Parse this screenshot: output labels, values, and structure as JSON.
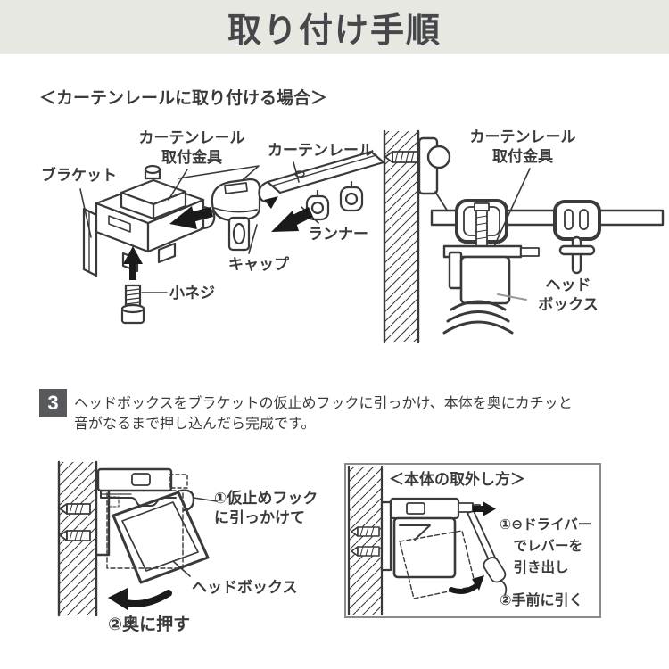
{
  "header": {
    "title": "取り付け手順"
  },
  "section": {
    "title": "＜カーテンレールに取り付ける場合＞"
  },
  "parts_diagram": {
    "mount_bracket_label": "カーテンレール\n取付金具",
    "rail_label": "カーテンレール",
    "bracket_label": "ブラケット",
    "runner_label": "ランナー",
    "cap_label": "キャップ",
    "screw_label": "小ネジ"
  },
  "installed_diagram": {
    "mount_bracket_label": "カーテンレール\n取付金具",
    "headbox_label": "ヘッド\nボックス"
  },
  "step3": {
    "number": "3",
    "text": "ヘッドボックスをブラケットの仮止めフックに引っかけ、本体を奥にカチッと\n音がなるまで押し込んだら完成です。"
  },
  "attach_diagram": {
    "hook_label": "①仮止めフック\nに引っかけて",
    "headbox_label": "ヘッドボックス",
    "push_label": "②奥に押す"
  },
  "remove_diagram": {
    "title": "＜本体の取外し方＞",
    "driver_label": "①⊖ドライバー\n　でレバーを\n　引き出し",
    "pull_label": "②手前に引く"
  },
  "colors": {
    "header_bg": "#e8e8e2",
    "header_text": "#45474a",
    "step_badge_bg": "#57595c",
    "line": "#3a3a3a",
    "arrow": "#1a1a1a",
    "panel_border": "#8b8b8b"
  }
}
